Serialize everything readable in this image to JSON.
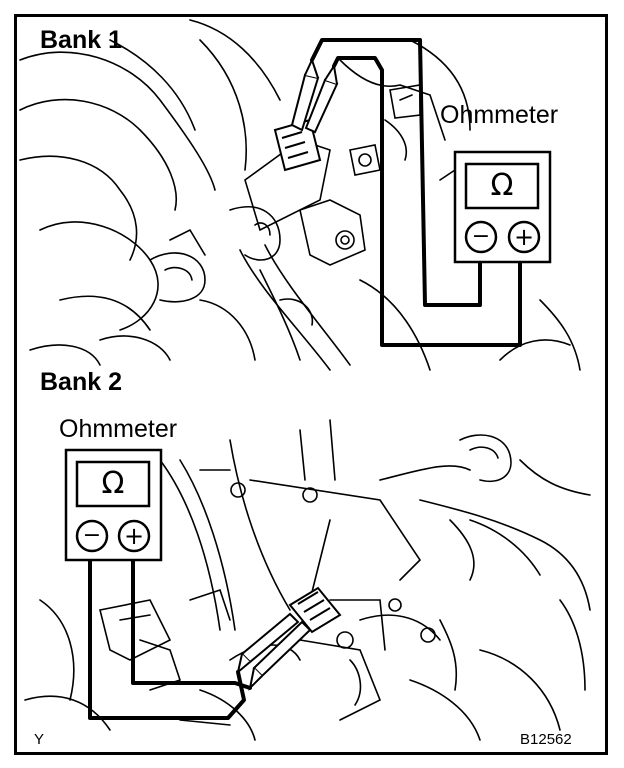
{
  "labels": {
    "bank1": "Bank 1",
    "bank2": "Bank 2",
    "ohmmeter_top": "Ohmmeter",
    "ohmmeter_bottom": "Ohmmeter",
    "corner_left": "Y",
    "figure_code": "B12562"
  },
  "meter": {
    "symbol": "Ω",
    "minus": "−",
    "plus": "+"
  },
  "icons": [
    "ohmmeter-icon",
    "probe-icon",
    "connector-icon"
  ],
  "colors": {
    "ink": "#000000",
    "paper": "#ffffff"
  }
}
